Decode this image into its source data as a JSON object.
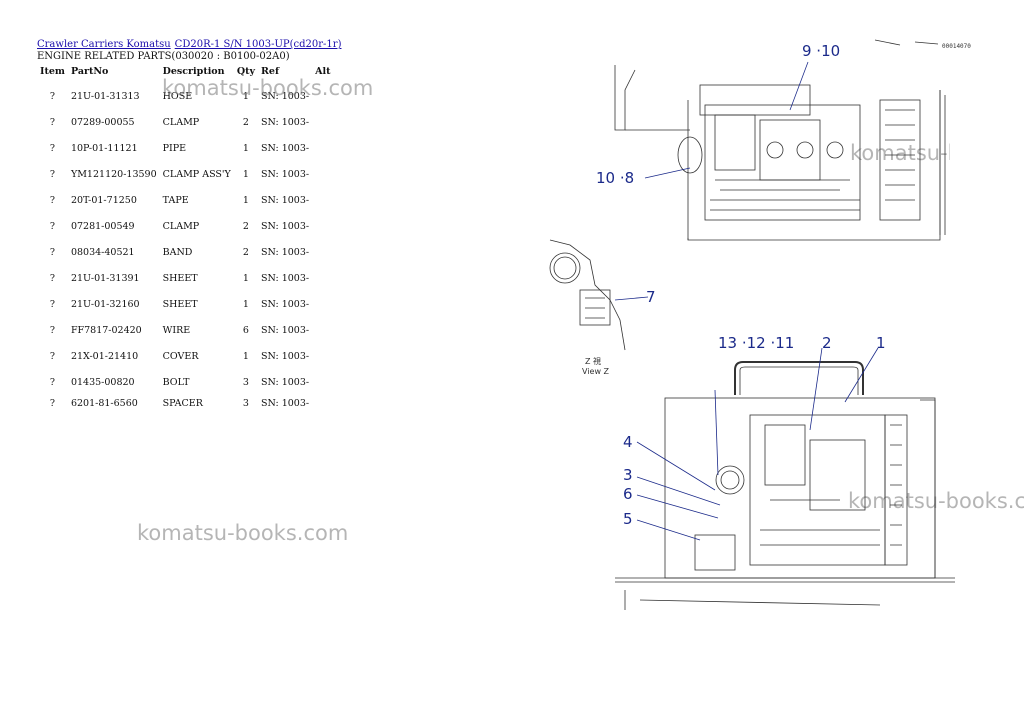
{
  "breadcrumb": {
    "link1": "Crawler Carriers Komatsu",
    "link2": "CD20R-1 S/N 1003-UP(cd20r-1r)"
  },
  "subtitle": "ENGINE RELATED PARTS(030020 : B0100-02A0)",
  "table": {
    "headers": [
      "Item",
      "PartNo",
      "Description",
      "Qty",
      "Ref",
      "Alt"
    ],
    "rows": [
      {
        "item": "?",
        "part": "21U-01-31313",
        "desc": "HOSE",
        "qty": "1",
        "ref": "SN: 1003-",
        "alt": ""
      },
      {
        "item": "?",
        "part": "07289-00055",
        "desc": "CLAMP",
        "qty": "2",
        "ref": "SN: 1003-",
        "alt": ""
      },
      {
        "item": "?",
        "part": "10P-01-11121",
        "desc": "PIPE",
        "qty": "1",
        "ref": "SN: 1003-",
        "alt": ""
      },
      {
        "item": "?",
        "part": "YM121120-13590",
        "desc": "CLAMP ASS'Y",
        "qty": "1",
        "ref": "SN: 1003-",
        "alt": ""
      },
      {
        "item": "?",
        "part": "20T-01-71250",
        "desc": "TAPE",
        "qty": "1",
        "ref": "SN: 1003-",
        "alt": ""
      },
      {
        "item": "?",
        "part": "07281-00549",
        "desc": "CLAMP",
        "qty": "2",
        "ref": "SN: 1003-",
        "alt": ""
      },
      {
        "item": "?",
        "part": "08034-40521",
        "desc": "BAND",
        "qty": "2",
        "ref": "SN: 1003-",
        "alt": ""
      },
      {
        "item": "?",
        "part": "21U-01-31391",
        "desc": "SHEET",
        "qty": "1",
        "ref": "SN: 1003-",
        "alt": ""
      },
      {
        "item": "?",
        "part": "21U-01-32160",
        "desc": "SHEET",
        "qty": "1",
        "ref": "SN: 1003-",
        "alt": ""
      },
      {
        "item": "?",
        "part": "FF7817-02420",
        "desc": "WIRE",
        "qty": "6",
        "ref": "SN: 1003-",
        "alt": ""
      },
      {
        "item": "?",
        "part": "21X-01-21410",
        "desc": "COVER",
        "qty": "1",
        "ref": "SN: 1003-",
        "alt": ""
      },
      {
        "item": "?",
        "part": "01435-00820",
        "desc": "BOLT",
        "qty": "3",
        "ref": "SN: 1003-",
        "alt": ""
      },
      {
        "item": "?",
        "part": "6201-81-6560",
        "desc": "SPACER",
        "qty": "3",
        "ref": "SN: 1003-",
        "alt": ""
      }
    ]
  },
  "watermark": "komatsu-books.com",
  "diagram": {
    "code": "00014070",
    "view_label_1": "Z 視",
    "view_label_2": "View Z",
    "callouts": {
      "c9_10": "9 ·10",
      "c10_8": "10 ·8",
      "c7": "7",
      "c13_12_11": "13 ·12 ·11",
      "c2": "2",
      "c1": "1",
      "c4": "4",
      "c3": "3",
      "c6": "6",
      "c5": "5"
    }
  }
}
